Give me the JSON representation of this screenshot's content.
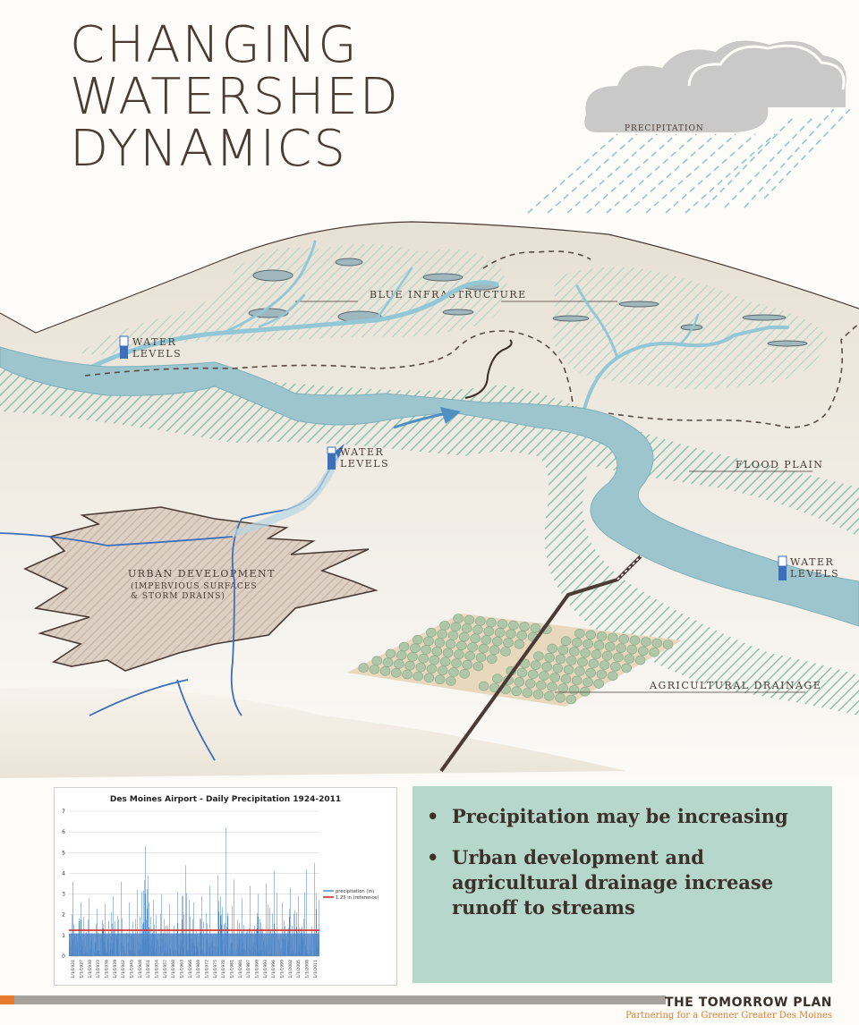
{
  "title": {
    "line1": "CHANGING",
    "line2": "WATERSHED",
    "line3": "DYNAMICS"
  },
  "labels": {
    "precipitation": "PRECIPITATION",
    "blue_infrastructure": "BLUE INFRASTRUCTURE",
    "water_levels_1": "WATER",
    "water_levels_2": "LEVELS",
    "flood_plain": "FLOOD PLAIN",
    "urban_development": "URBAN DEVELOPMENT",
    "urban_sub1": "(IMPERVIOUS SURFACES",
    "urban_sub2": "& STORM DRAINS)",
    "agricultural_drainage": "AGRICULTURAL DRAINAGE"
  },
  "chart_data": {
    "type": "bar",
    "title": "Des Moines Airport - Daily Precipitation 1924-2011",
    "ylim": [
      0,
      7
    ],
    "yticks": [
      "0",
      "1",
      "2",
      "3",
      "4",
      "5",
      "6",
      "7"
    ],
    "categories": [
      "1/1/1924",
      "1/1/1927",
      "1/1/1930",
      "1/1/1933",
      "1/1/1936",
      "1/1/1939",
      "1/1/1942",
      "1/1/1945",
      "1/1/1948",
      "1/1/1951",
      "1/1/1954",
      "1/1/1957",
      "1/1/1960",
      "1/1/1963",
      "1/1/1966",
      "1/1/1969",
      "1/1/1972",
      "1/1/1975",
      "1/1/1978",
      "1/1/1981",
      "1/1/1984",
      "1/1/1987",
      "1/1/1990",
      "1/1/1993",
      "1/1/1996",
      "1/1/1999",
      "1/1/2002",
      "1/1/2005",
      "1/1/2008",
      "1/1/2011"
    ],
    "series": [
      {
        "name": "precipitation (in)",
        "color": "#4f86c6",
        "peaks": [
          3.6,
          2.6,
          2.8,
          2.3,
          2.5,
          2.9,
          3.6,
          2.6,
          3.2,
          5.3,
          2.7,
          3.0,
          2.5,
          3.1,
          4.4,
          2.6,
          2.9,
          3.4,
          3.9,
          6.2,
          3.7,
          2.8,
          3.4,
          3.0,
          3.5,
          4.1,
          2.6,
          3.3,
          2.9,
          4.2,
          4.5
        ]
      },
      {
        "name": "1.25 in (reference)",
        "color": "#d62b2b",
        "value": 1.25
      }
    ]
  },
  "bullets": [
    "Precipitation may be increasing",
    "Urban development and agricultural drainage increase runoff to streams"
  ],
  "brand": {
    "name": "THE TOMORROW PLAN",
    "tagline": "Partnering for a Greener Greater Des Moines"
  }
}
